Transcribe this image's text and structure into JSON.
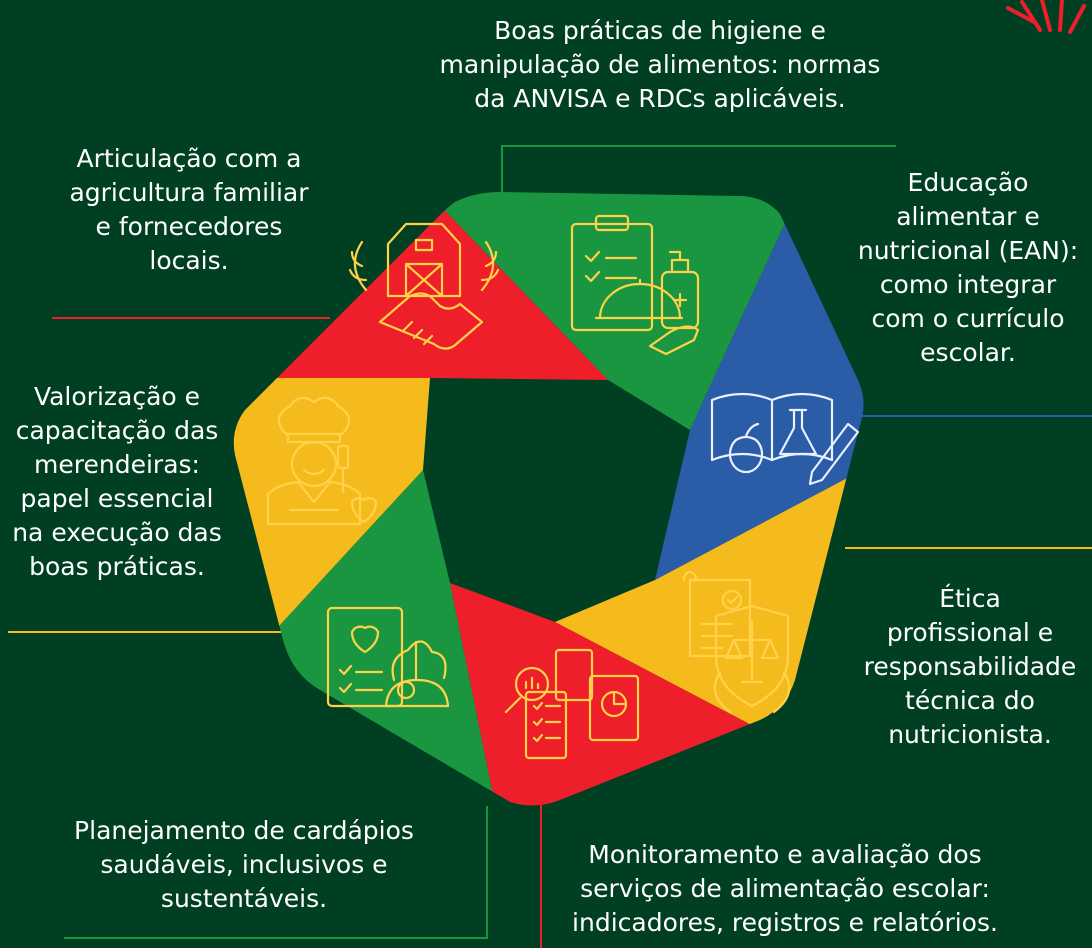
{
  "colors": {
    "background": "#003f22",
    "green": "#1a9641",
    "red": "#ee1f2b",
    "yellow": "#f5bb1d",
    "blue": "#2a5ca8",
    "icon_stroke": "#ffd24a",
    "blue_icon_stroke": "#e9f0ff"
  },
  "topics": [
    {
      "id": "higiene",
      "color": "green",
      "icon": "clipboard-cloche-sanitizer-icon",
      "text": "Boas práticas de higiene e\nmanipulação de alimentos: normas\nda ANVISA e RDCs aplicáveis."
    },
    {
      "id": "ean",
      "color": "blue",
      "icon": "book-apple-flask-pencil-icon",
      "text": "Educação\nalimentar e\nnutricional (EAN):\ncomo integrar\ncom o currículo\nescolar."
    },
    {
      "id": "etica",
      "color": "yellow",
      "icon": "certificate-justice-shield-icon",
      "text": "Ética\nprofissional e\nresponsabilidade\ntécnica do\nnutricionista."
    },
    {
      "id": "monitoramento",
      "color": "red",
      "icon": "reports-magnifier-chart-icon",
      "text": "Monitoramento e avaliação dos\nserviços de alimentação escolar:\nindicadores, registros e relatórios."
    },
    {
      "id": "cardapios",
      "color": "green",
      "icon": "menu-heart-salad-bowl-icon",
      "text": "Planejamento de cardápios\nsaudáveis, inclusivos e\nsustentáveis."
    },
    {
      "id": "merendeiras",
      "color": "yellow",
      "icon": "cook-chef-spatula-heart-icon",
      "text": "Valorização e\ncapacitação das\nmerendeiras:\npapel essencial\nna execução das\nboas práticas."
    },
    {
      "id": "agricultura",
      "color": "red",
      "icon": "barn-handshake-wreath-icon",
      "text": "Articulação com a\nagricultura familiar\ne fornecedores\nlocais."
    }
  ]
}
